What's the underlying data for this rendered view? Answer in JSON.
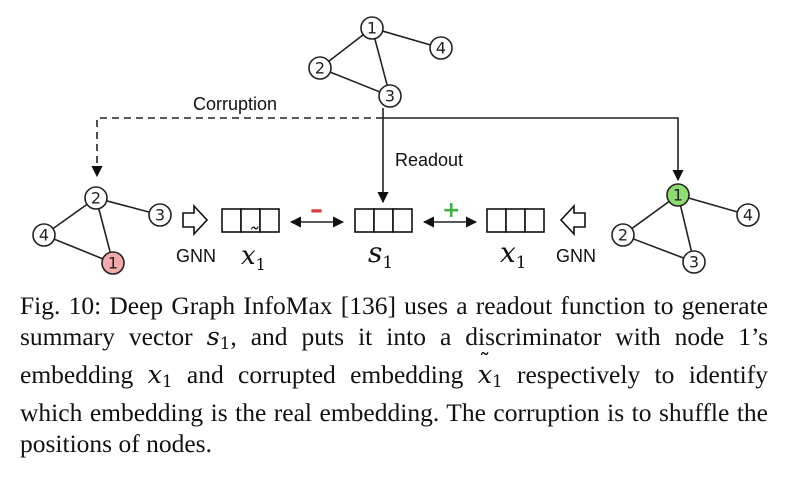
{
  "figure": {
    "corruption_label": "Corruption",
    "readout_label": "Readout",
    "gnn_left_label": "GNN",
    "gnn_right_label": "GNN",
    "plus_sign": "+",
    "minus_sign": "–",
    "colors": {
      "corrupted_node": "#f4aaaa",
      "real_node": "#8fdc74",
      "plus": "#3fb33f",
      "minus": "#e03b3b"
    },
    "top_graph": {
      "nodes": [
        "1",
        "2",
        "3",
        "4"
      ]
    },
    "left_graph": {
      "nodes": [
        "2",
        "3",
        "4",
        "1"
      ]
    },
    "right_graph": {
      "nodes": [
        "1",
        "4",
        "2",
        "3"
      ]
    },
    "x_tilde": {
      "symbol": "x",
      "sub": "1"
    },
    "s": {
      "symbol": "s",
      "sub": "1"
    },
    "x": {
      "symbol": "x",
      "sub": "1"
    }
  },
  "caption": {
    "p1": "Fig. 10: Deep Graph InfoMax [136] uses a readout function to generate summary vector ",
    "m1_sym": "s",
    "m1_sub": "1",
    "p2": ", and puts it into a discriminator with node 1’s embedding ",
    "m2_sym": "x",
    "m2_sub": "1",
    "p3": " and corrupted embedding ",
    "m3_sym": "x",
    "m3_sub": "1",
    "m3_tilde": "˜",
    "p4": " respectively to identify which embedding is the real embedding. The corruption is to shuffle the positions of nodes."
  }
}
